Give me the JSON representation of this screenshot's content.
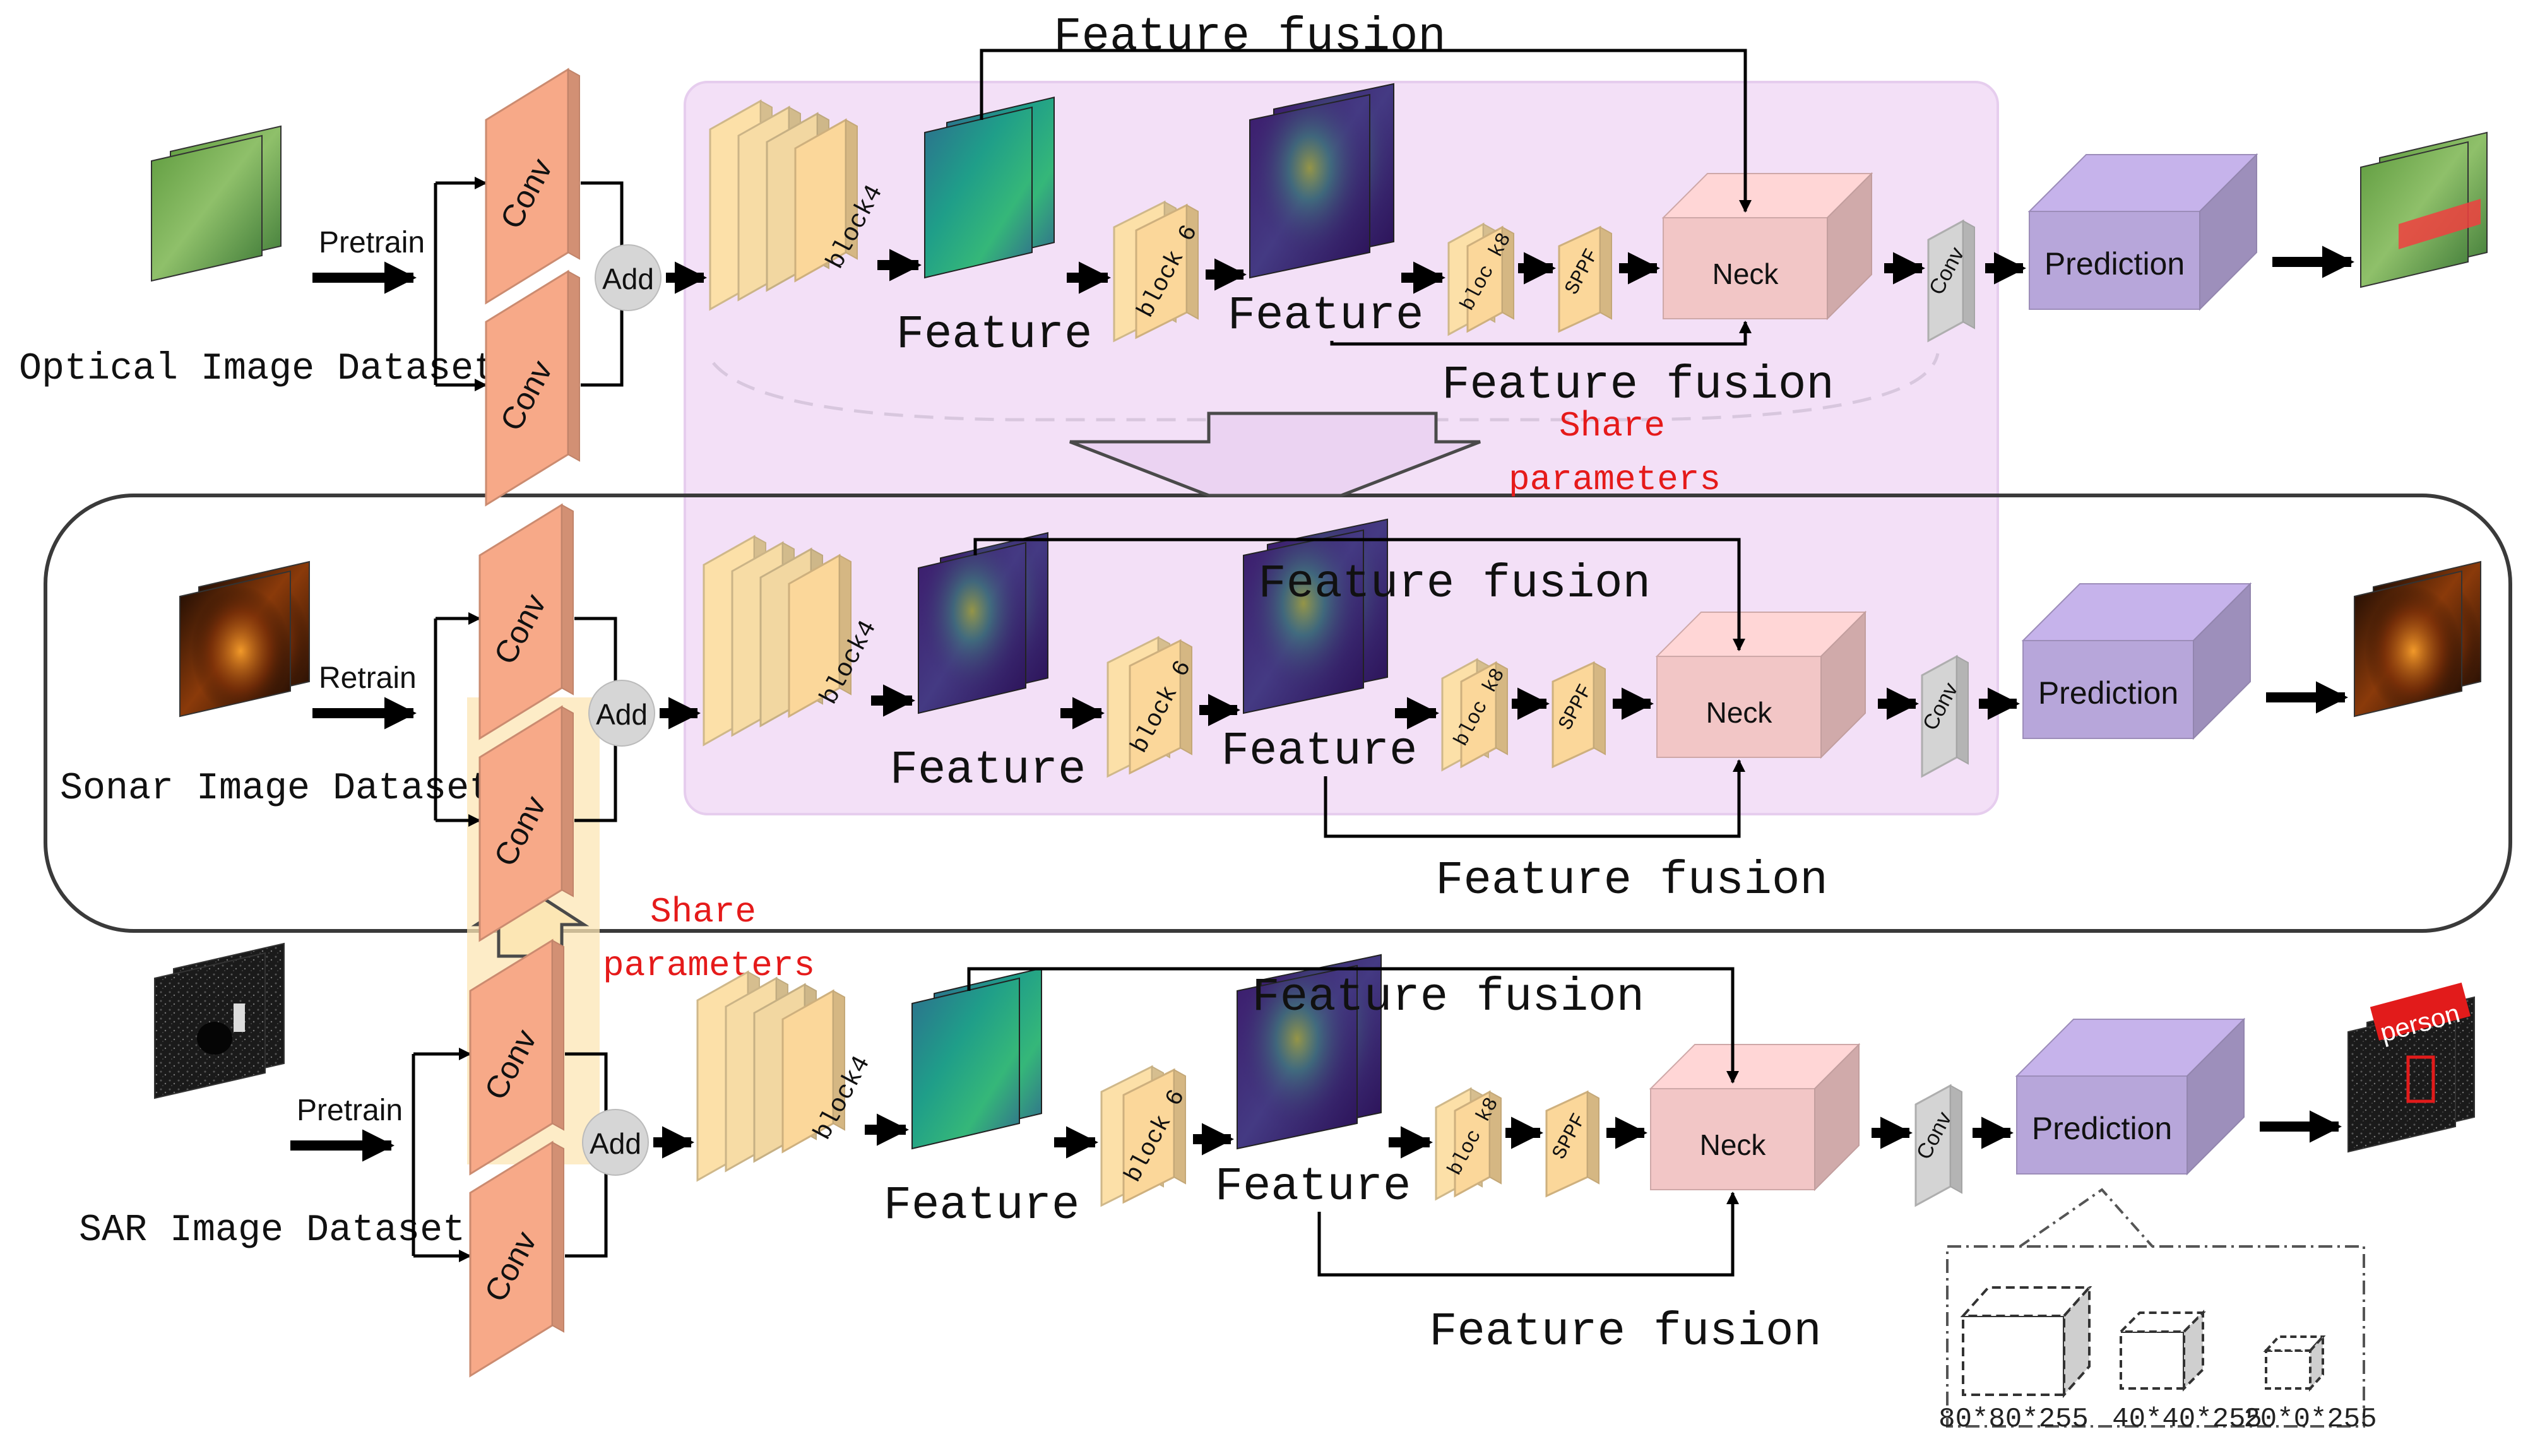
{
  "colors": {
    "conv": "#F7A988",
    "block": "#FBD79A",
    "block_front": "#FCE0A8",
    "neck": "#F2C6C6",
    "prediction": "#B7A6DA",
    "small_conv": "#D4D4D4",
    "shared_region": "#F1DDF6",
    "share_text": "#E51A1A",
    "add": "#D6D6D6"
  },
  "rows": [
    {
      "dataset_label": "Optical Image Dataset",
      "train_label": "Pretrain",
      "conv_a": "Conv",
      "conv_b": "Conv",
      "add": "Add",
      "block4": "block4",
      "feature_a": "Feature",
      "block6": "block 6",
      "feature_b": "Feature",
      "block8": "bloc k8",
      "sppf": "SPPF",
      "neck": "Neck",
      "conv_small": "Conv",
      "prediction": "Prediction",
      "fusion_top": "Feature fusion",
      "fusion_bottom": "Feature fusion"
    },
    {
      "dataset_label": "Sonar Image Dataset",
      "train_label": "Retrain",
      "conv_a": "Conv",
      "conv_b": "Conv",
      "add": "Add",
      "block4": "block4",
      "feature_a": "Feature",
      "block6": "block 6",
      "feature_b": "Feature",
      "block8": "bloc k8",
      "sppf": "SPPF",
      "neck": "Neck",
      "conv_small": "Conv",
      "prediction": "Prediction",
      "fusion_top": "Feature fusion",
      "fusion_bottom": "Feature fusion"
    },
    {
      "dataset_label": "SAR Image Dataset",
      "train_label": "Pretrain",
      "conv_a": "Conv",
      "conv_b": "Conv",
      "add": "Add",
      "block4": "block4",
      "feature_a": "Feature",
      "block6": "block 6",
      "feature_b": "Feature",
      "block8": "bloc k8",
      "sppf": "SPPF",
      "neck": "Neck",
      "conv_small": "Conv",
      "prediction": "Prediction",
      "fusion_top": "Feature fusion",
      "fusion_bottom": "Feature fusion"
    }
  ],
  "share_backbone": {
    "line1": "Share",
    "line2": "parameters"
  },
  "share_conv": {
    "line1": "Share",
    "line2": "parameters"
  },
  "output_label": "person",
  "prediction_scales": [
    "80*80*255",
    "40*40*255",
    "20*0*255"
  ]
}
